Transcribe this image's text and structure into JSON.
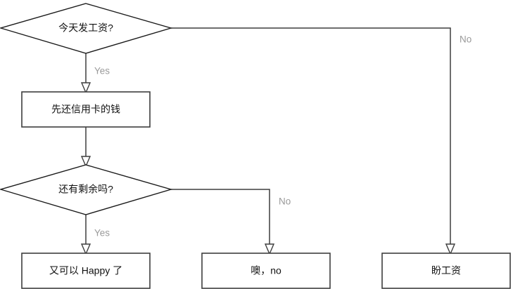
{
  "diagram": {
    "title": "payday-decision-flowchart",
    "background_color": "#ffffff",
    "shape_stroke_color": "#3d3d3d",
    "shape_fill_color": "#ffffff",
    "text_color": "#111111",
    "edge_label_color": "#9a9a9a",
    "nodes": {
      "decision_payday": {
        "label": "今天发工资?",
        "type": "decision"
      },
      "process_repay_card": {
        "label": "先还信用卡的钱",
        "type": "process"
      },
      "decision_leftover": {
        "label": "还有剩余吗?",
        "type": "decision"
      },
      "terminal_happy": {
        "label": "又可以 Happy 了",
        "type": "process"
      },
      "terminal_oh_no": {
        "label": "噢，no",
        "type": "process"
      },
      "terminal_wait_salary": {
        "label": "盼工资",
        "type": "process"
      }
    },
    "edges": {
      "payday_yes": {
        "label": "Yes",
        "from": "decision_payday",
        "to": "process_repay_card"
      },
      "payday_no": {
        "label": "No",
        "from": "decision_payday",
        "to": "terminal_wait_salary"
      },
      "repay_to_leftover": {
        "label": "",
        "from": "process_repay_card",
        "to": "decision_leftover"
      },
      "leftover_yes": {
        "label": "Yes",
        "from": "decision_leftover",
        "to": "terminal_happy"
      },
      "leftover_no": {
        "label": "No",
        "from": "decision_leftover",
        "to": "terminal_oh_no"
      }
    }
  }
}
